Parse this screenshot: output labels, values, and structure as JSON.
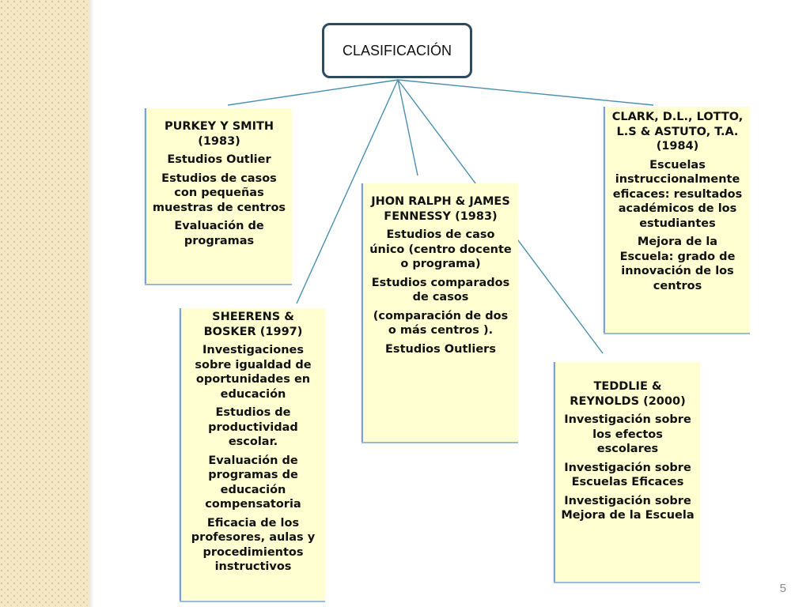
{
  "root": {
    "label": "CLASIFICACIÓN"
  },
  "boxes": {
    "purkey": {
      "heading": "PURKEY Y  SMITH (1983)",
      "items": [
        "Estudios  Outlier",
        "Estudios de casos con pequeñas muestras de centros",
        "Evaluación de programas"
      ]
    },
    "sheerens": {
      "heading": "SHEERENS & BOSKER (1997)",
      "items": [
        "Investigaciones sobre igualdad de oportunidades en educación",
        "Estudios de productividad escolar.",
        "Evaluación de programas de educación compensatoria",
        "Eficacia de los profesores, aulas y procedimientos instructivos"
      ]
    },
    "jhon": {
      "heading": "JHON RALPH & JAMES FENNESSY (1983)",
      "items": [
        "Estudios de caso único  (centro docente o programa)",
        "Estudios comparados de casos",
        "(comparación de dos o más centros ).",
        "Estudios  Outliers"
      ]
    },
    "teddlie": {
      "heading": "TEDDLIE & REYNOLDS (2000)",
      "items": [
        "Investigación sobre los efectos escolares",
        "Investigación sobre Escuelas Eficaces",
        "Investigación sobre  Mejora de la Escuela"
      ]
    },
    "clark": {
      "heading": "CLARK, D.L., LOTTO, L.S & ASTUTO, T.A. (1984)",
      "items": [
        "Escuelas instruccionalmente eficaces: resultados académicos de los estudiantes",
        "Mejora de la Escuela: grado de innovación de los centros"
      ]
    }
  },
  "slide_number": "5"
}
